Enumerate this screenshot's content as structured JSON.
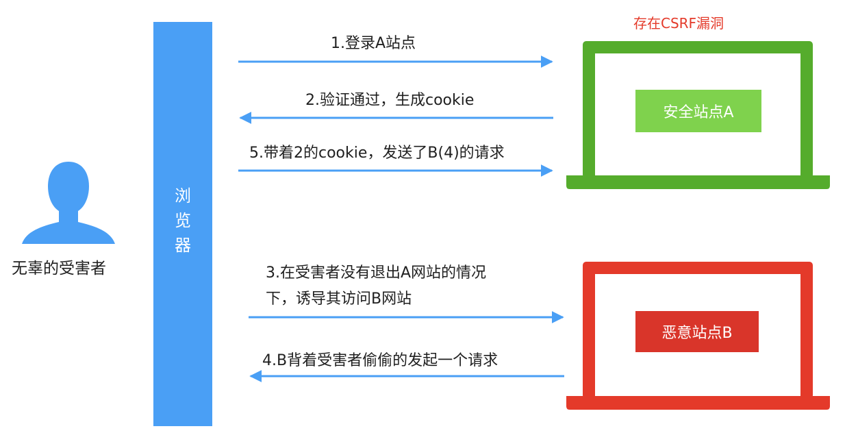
{
  "victim": {
    "label": "无辜的受害者",
    "color": "#4a9ff5"
  },
  "browser": {
    "chars": [
      "浏",
      "览",
      "器"
    ],
    "color": "#4a9ff5"
  },
  "vuln_note": {
    "text": "存在CSRF漏洞",
    "color": "#e43a2a"
  },
  "site_a": {
    "label": "安全站点A",
    "frame_color": "#55ac2c",
    "badge_color": "#7fd24d"
  },
  "site_b": {
    "label": "恶意站点B",
    "frame_color": "#e43a2a",
    "badge_color": "#d9352a"
  },
  "arrow_color": "#4a9ff5",
  "steps": {
    "step1": "1.登录A站点",
    "step2": "2.验证通过，生成cookie",
    "step5": "5.带着2的cookie，发送了B(4)的请求",
    "step3_line1": "3.在受害者没有退出A网站的情况",
    "step3_line2": "下，诱导其访问B网站",
    "step4": "4.B背着受害者偷偷的发起一个请求"
  }
}
